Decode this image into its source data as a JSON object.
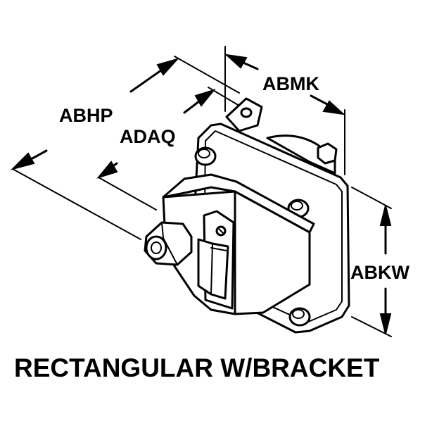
{
  "diagram": {
    "dimensions": {
      "abhp": "ABHP",
      "adaq": "ADAQ",
      "abmk": "ABMK",
      "abkw": "ABKW"
    },
    "caption": "RECTANGULAR W/BRACKET",
    "colors": {
      "ink": "#000000",
      "background": "#ffffff"
    }
  }
}
